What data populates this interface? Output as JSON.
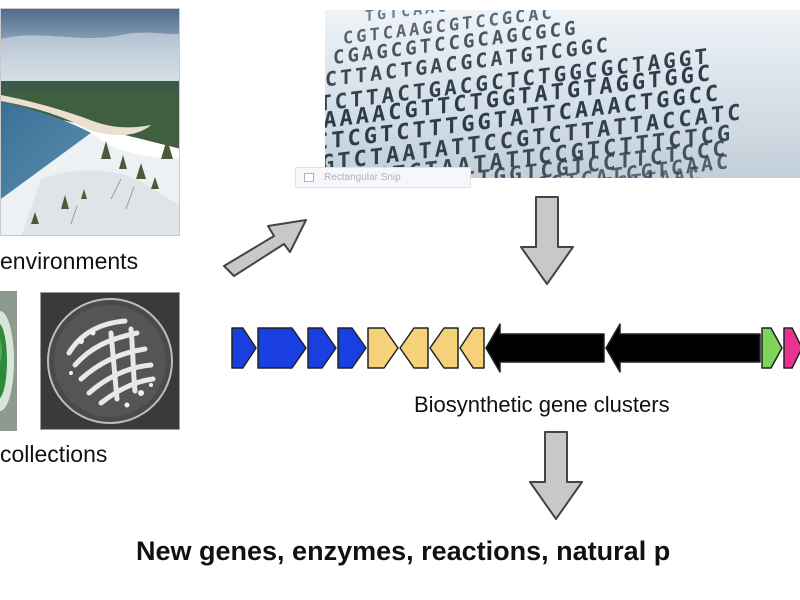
{
  "labels": {
    "environments": "environments",
    "collections": "collections",
    "gene_clusters": "Biosynthetic gene clusters",
    "results": "New genes, enzymes, reactions, natural p"
  },
  "shape_tag": {
    "label": "Rectangular Snip"
  },
  "dna_sequence_lines": [
    "TGTCAAC",
    "CGTCAAGCGTCCGCAC",
    "CGAGCGTCCGCAGCGCG",
    "CTTACTGACGCATGTCGGC",
    "TCTTACTGACGCTCTGGCGCTAGGT",
    "AAAAACGTTCTGGTATGTAGGTGGC",
    "CTCGTCTTTGGTATTCAAACTGGCC",
    "GTCTAATATTCCGTCTTATTACCATC",
    "CTCGTCTAATATTCCGTCTTTCTCG",
    "ATGTCTAATTGGTCGTCCTTCTCCC",
    "ATTGGTCGTCCCCGTCATCGTCAAC",
    "GCTCTCCATCGTCATCGTTAAC",
    "CTCTCCATCGTTAA"
  ],
  "gene_cluster": {
    "genes": [
      {
        "color": "#1a3fe0",
        "direction": "right"
      },
      {
        "color": "#1a3fe0",
        "direction": "right"
      },
      {
        "color": "#1a3fe0",
        "direction": "right"
      },
      {
        "color": "#1a3fe0",
        "direction": "right"
      },
      {
        "color": "#f5d27a",
        "direction": "right"
      },
      {
        "color": "#f5d27a",
        "direction": "left"
      },
      {
        "color": "#f5d27a",
        "direction": "left"
      },
      {
        "color": "#f5d27a",
        "direction": "left"
      },
      {
        "color": "#000000",
        "direction": "left"
      },
      {
        "color": "#000000",
        "direction": "left"
      },
      {
        "color": "#7fd45a",
        "direction": "right"
      },
      {
        "color": "#e8338f",
        "direction": "right"
      },
      {
        "color": "#e8338f",
        "direction": "right"
      }
    ]
  },
  "colors": {
    "arrow_fill": "#c8c8c8",
    "arrow_stroke": "#444444",
    "gene_outline": "#222222"
  }
}
